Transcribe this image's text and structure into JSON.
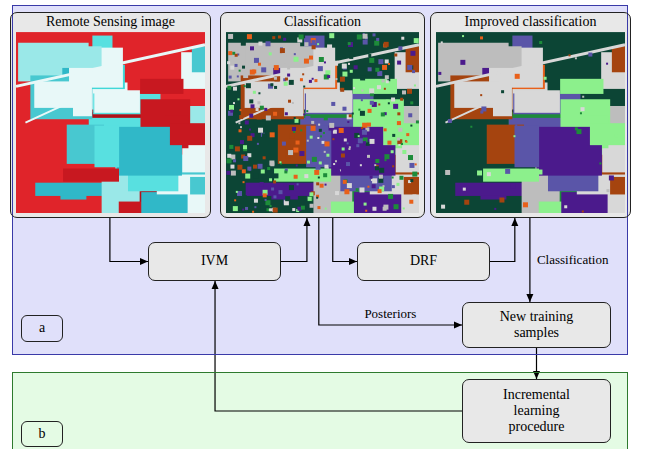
{
  "diagram": {
    "nodes": [
      {
        "text": [
          "a"
        ]
      },
      {
        "text": [
          "Remote Sensing image"
        ],
        "in": 0
      },
      {
        "text": [
          "Classification"
        ],
        "in": 0
      },
      {
        "text": [
          "Improved classification"
        ],
        "in": 0
      },
      {
        "text": [
          "IVM"
        ],
        "in": 0
      },
      {
        "text": [
          "DRF"
        ],
        "in": 0
      },
      {
        "text": [
          "New training samples"
        ],
        "in": 0
      },
      {
        "text": [
          "b"
        ]
      },
      {
        "text": [
          "Incremental learning procedure"
        ],
        "in": 7
      }
    ],
    "edges": [
      {
        "from": 1,
        "to": 4,
        "arrow": "to"
      },
      {
        "from": 4,
        "to": 2,
        "arrow": "to"
      },
      {
        "from": 2,
        "to": 5,
        "arrow": "to"
      },
      {
        "from": 5,
        "to": 3,
        "arrow": "to"
      },
      {
        "from": 3,
        "to": 6,
        "arrow": "to",
        "label": "Classification"
      },
      {
        "from": 2,
        "to": 6,
        "arrow": "to",
        "label": "Posteriors"
      },
      {
        "from": 6,
        "to": 8,
        "arrow": "to"
      },
      {
        "from": 8,
        "to": 4,
        "arrow": "to"
      }
    ]
  }
}
